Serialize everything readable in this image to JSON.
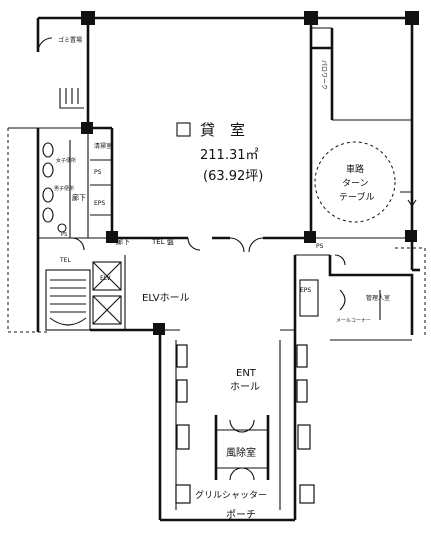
{
  "rental_room": {
    "label": "貸　室",
    "area_sqm": "211.31㎡",
    "area_tsubo": "(63.92坪)"
  },
  "turntable": {
    "line1": "車路",
    "line2": "ターン",
    "line3": "テーブル"
  },
  "rooms": {
    "top_left_label": "ゴミ置場",
    "parking_room": "パロワーク",
    "cleaning_room": "清掃室",
    "ps1": "PS",
    "ps2": "PS",
    "eps": "EPS",
    "hallway_1": "廊下",
    "hallway_2": "廊下",
    "tel": "TEL 盤",
    "tel_small": "TEL",
    "ps_small": "PS",
    "eps_right": "EPS",
    "elv_small": "ELV",
    "elv_hall": "ELVホール",
    "mail": "メールコーナー",
    "ent_line1": "ENT",
    "ent_line2": "ホール",
    "fuujo": "風除室",
    "grill": "グリルシャッター",
    "porch": "ポーチ",
    "mgmt": "管理人室",
    "toilet_f": "女子便所",
    "toilet_m": "男子便所"
  }
}
